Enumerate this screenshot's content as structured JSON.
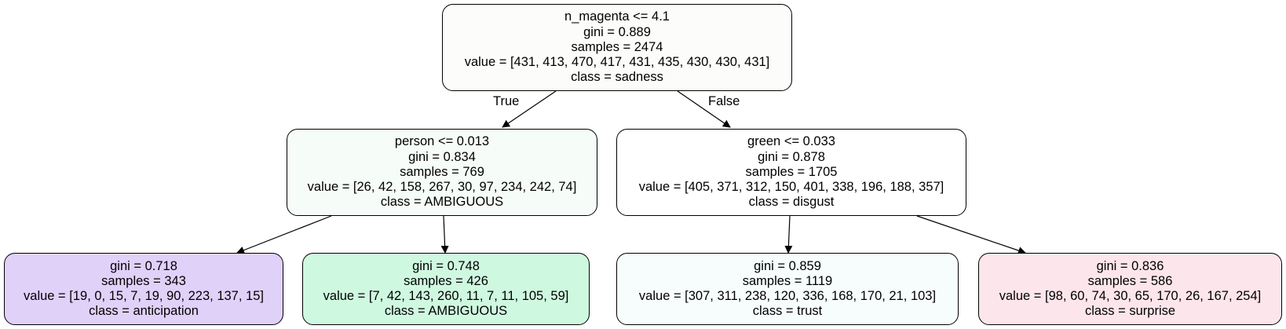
{
  "nodes": {
    "root": {
      "split": "n_magenta <= 4.1",
      "gini": "gini = 0.889",
      "samples": "samples = 2474",
      "value": "value = [431, 413, 470, 417, 431, 435, 430, 430, 431]",
      "class": "class = sadness",
      "fill": "#fcfcfa"
    },
    "left": {
      "split": "person <= 0.013",
      "gini": "gini = 0.834",
      "samples": "samples = 769",
      "value": "value = [26, 42, 158, 267, 30, 97, 234, 242, 74]",
      "class": "class = AMBIGUOUS",
      "fill": "#f6fdf8"
    },
    "right": {
      "split": "green <= 0.033",
      "gini": "gini = 0.878",
      "samples": "samples = 1705",
      "value": "value = [405, 371, 312, 150, 401, 338, 196, 188, 357]",
      "class": "class = disgust",
      "fill": "#ffffff"
    },
    "leaf_ll": {
      "gini": "gini = 0.718",
      "samples": "samples = 343",
      "value": "value = [19, 0, 15, 7, 19, 90, 223, 137, 15]",
      "class": "class = anticipation",
      "fill": "#e0d1f9"
    },
    "leaf_lr": {
      "gini": "gini = 0.748",
      "samples": "samples = 426",
      "value": "value = [7, 42, 143, 260, 11, 7, 11, 105, 59]",
      "class": "class = AMBIGUOUS",
      "fill": "#cff8e0"
    },
    "leaf_rl": {
      "gini": "gini = 0.859",
      "samples": "samples = 1119",
      "value": "value = [307, 311, 238, 120, 336, 168, 170, 21, 103]",
      "class": "class = trust",
      "fill": "#f7fcfd"
    },
    "leaf_rr": {
      "gini": "gini = 0.836",
      "samples": "samples = 586",
      "value": "value = [98, 60, 74, 30, 65, 170, 26, 167, 254]",
      "class": "class = surprise",
      "fill": "#fce5eb"
    }
  },
  "edge_labels": {
    "true_label": "True",
    "false_label": "False"
  }
}
